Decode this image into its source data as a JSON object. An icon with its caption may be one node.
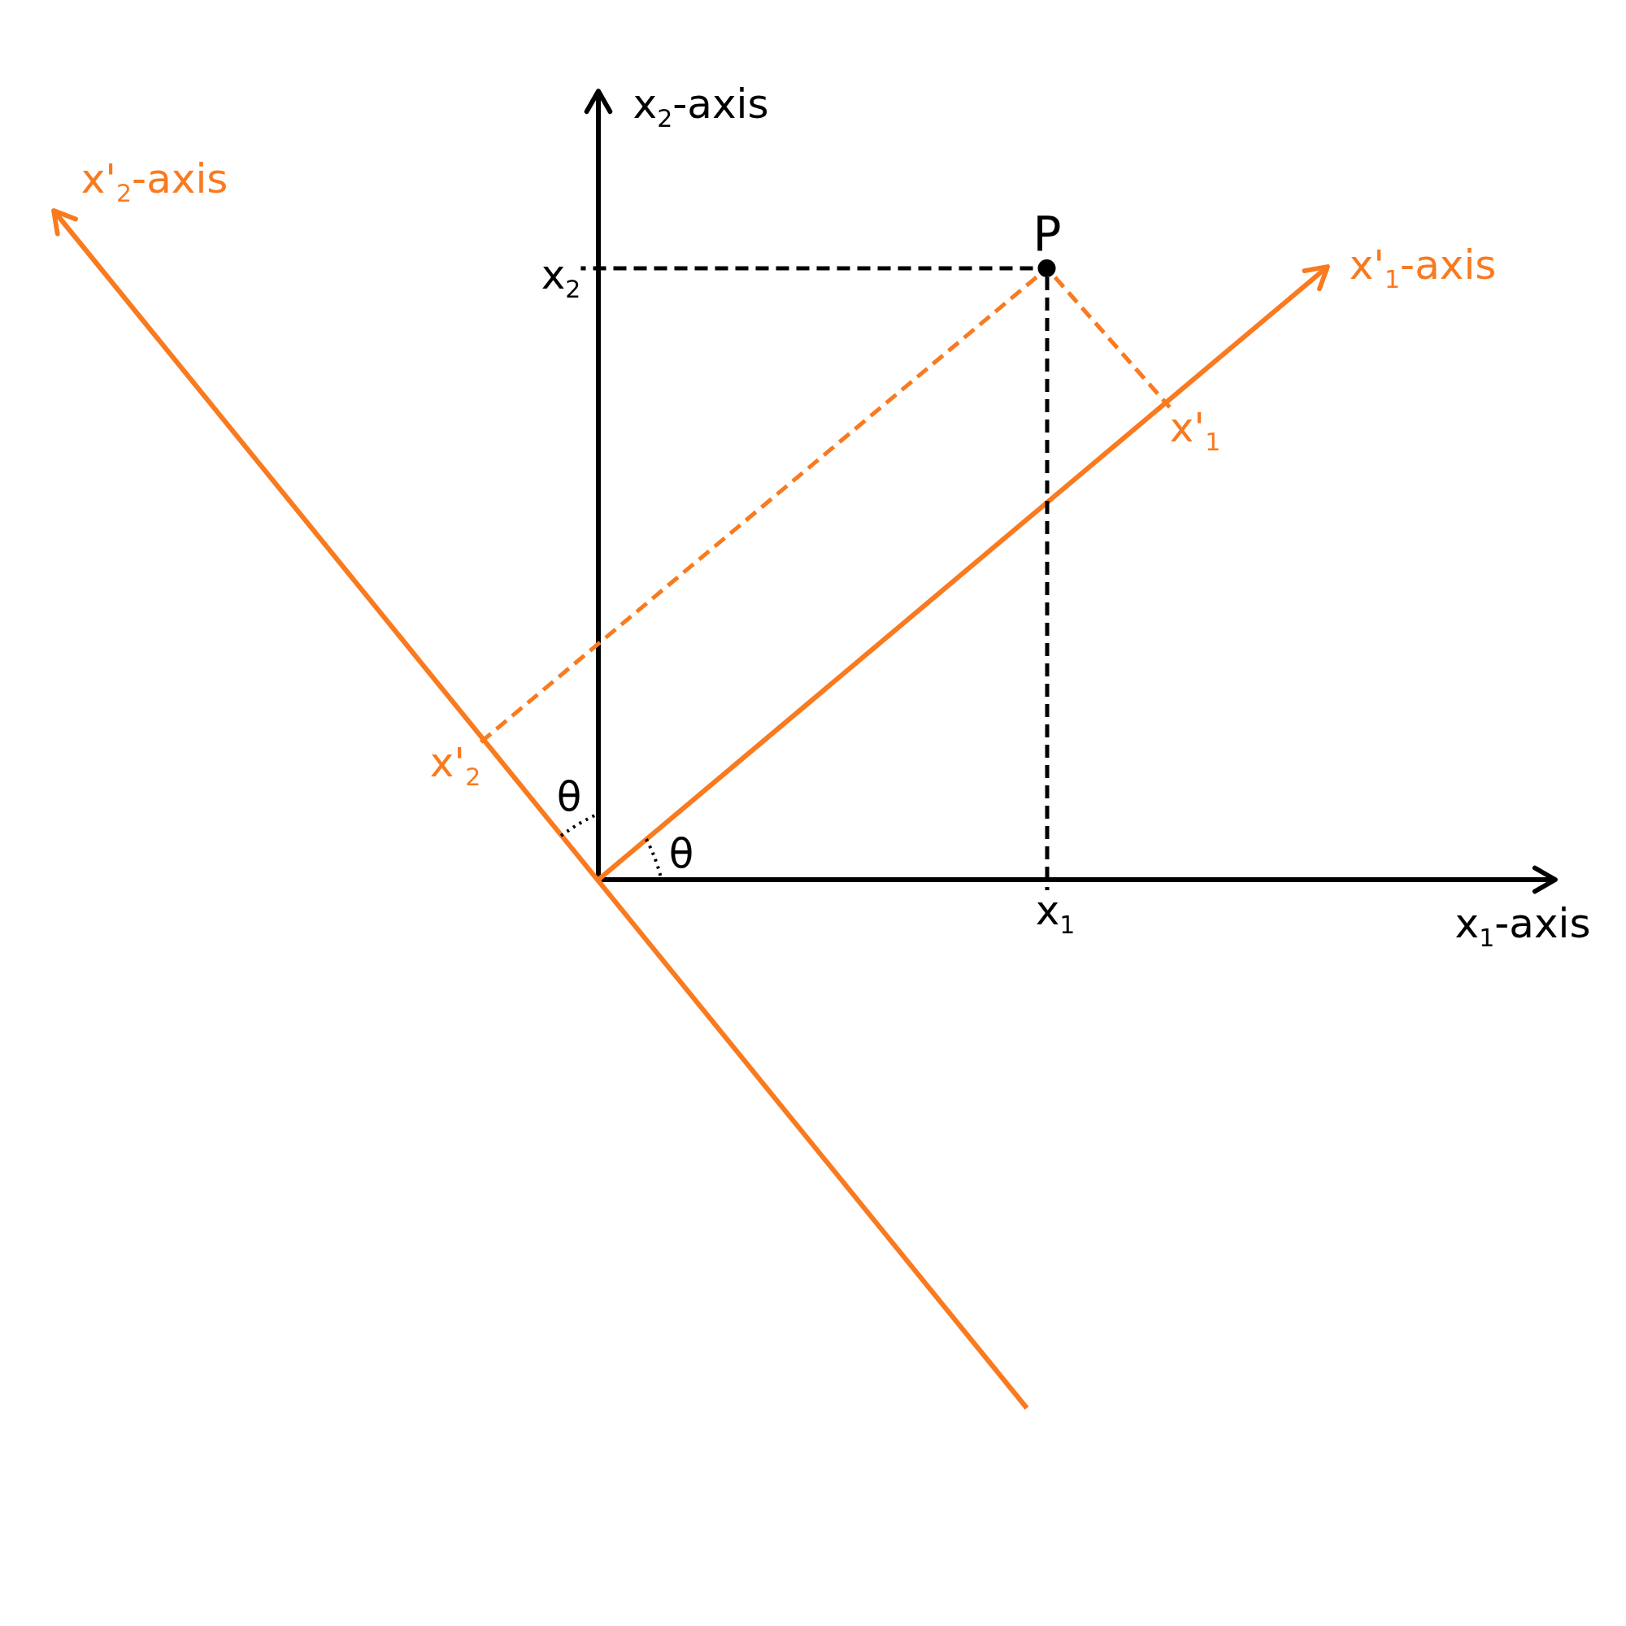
{
  "diagram": {
    "nodes": [
      {
        "text": [
          "P"
        ]
      },
      {
        "text": [
          "x$_{2}$"
        ]
      },
      {
        "text": [
          "x'$_{1}$"
        ]
      },
      {
        "text": [
          "x'$_{2}$"
        ]
      },
      {
        "text": [
          "x$_{1}$"
        ]
      }
    ],
    "edges": [
      {
        "from": 0,
        "to": 1,
        "arrow": "none",
        "style": "dashed"
      },
      {
        "from": 0,
        "to": 2,
        "arrow": "none",
        "style": "dashed",
        "color": "#f97a1f"
      },
      {
        "from": 0,
        "to": 3,
        "arrow": "none",
        "style": "dashed",
        "color": "#f97a1f"
      },
      {
        "from": 0,
        "to": 4,
        "arrow": "none",
        "style": "dashed"
      }
    ],
    "labels": [
      "x$_{2}$-axis",
      "x'$_{2}$-axis",
      "x'$_{1}$-axis",
      "θ",
      "θ",
      "x$_{1}$-axis"
    ]
  }
}
